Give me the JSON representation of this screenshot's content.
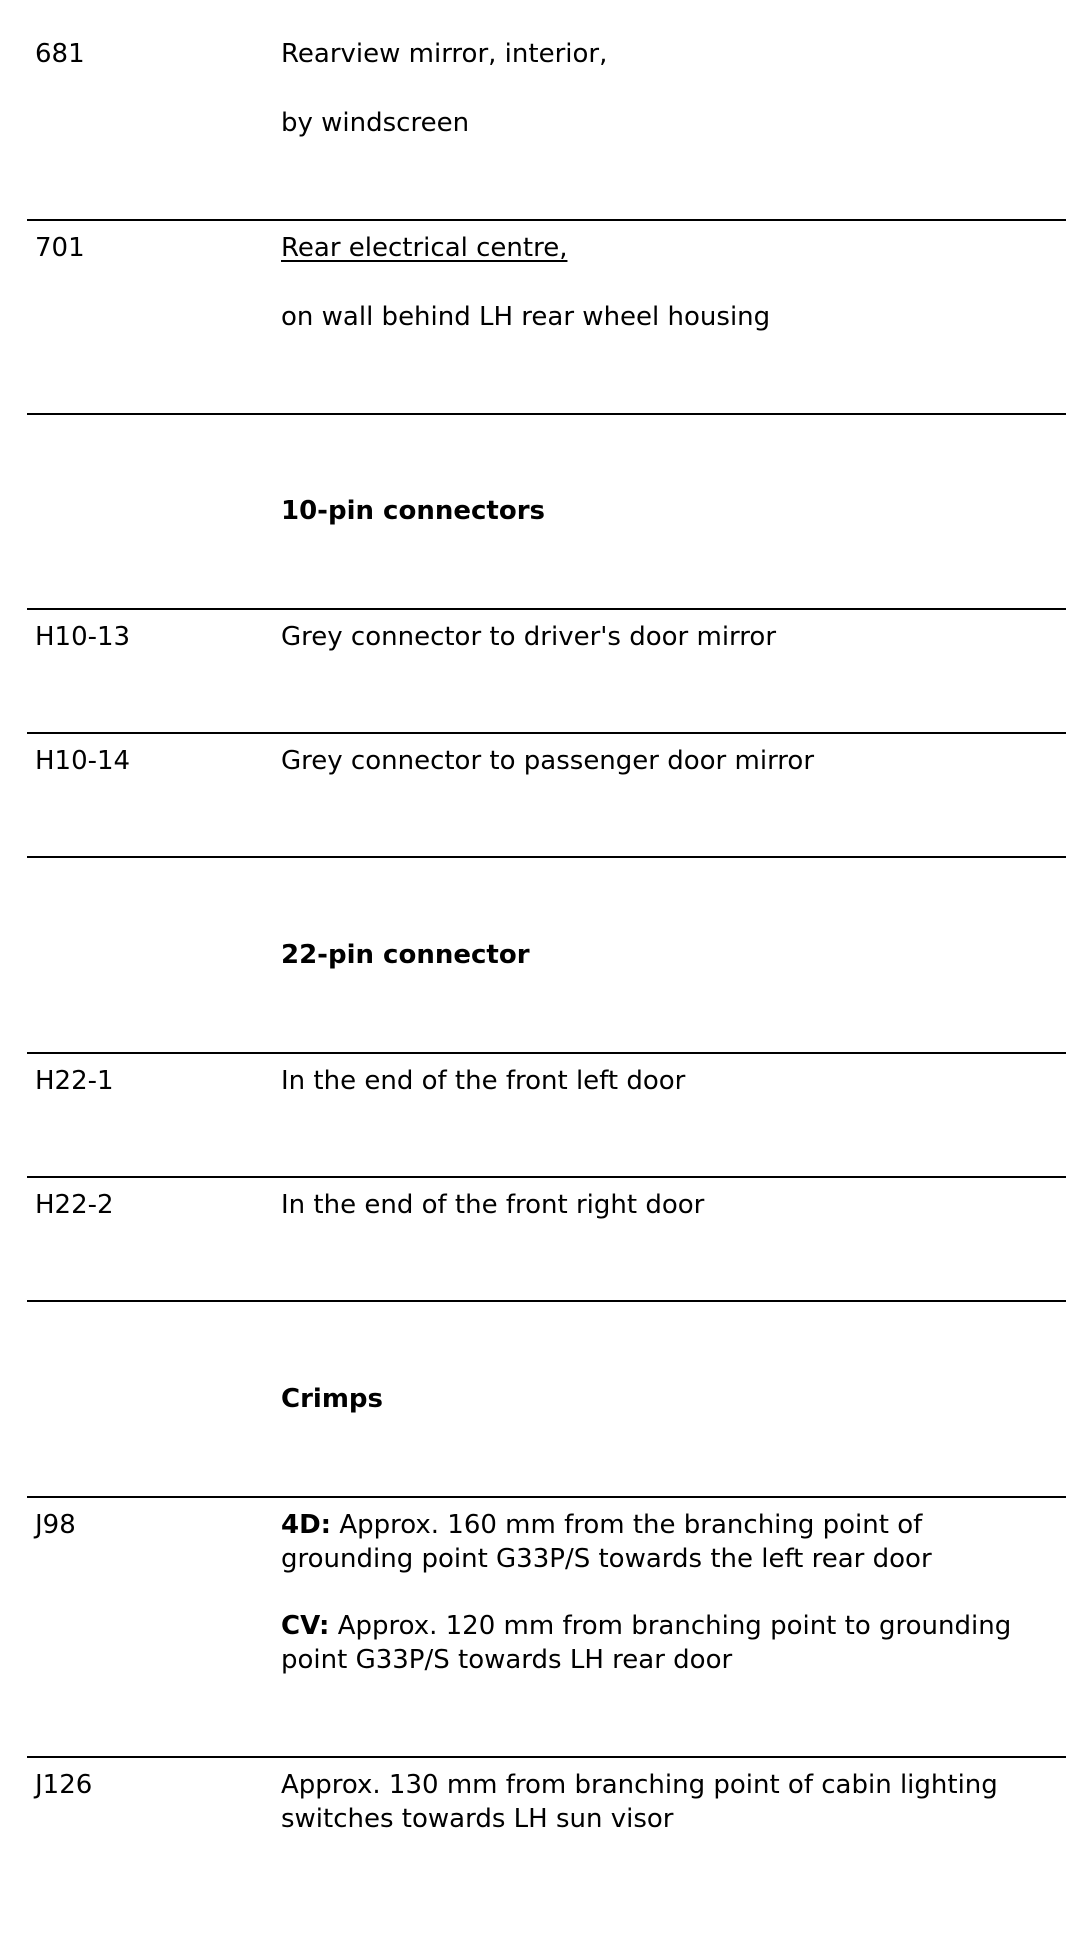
{
  "rows": [
    {
      "code": "681",
      "line1": "Rearview mirror, interior,",
      "line2": "by windscreen"
    },
    {
      "code": "701",
      "line1": "Rear electrical centre,",
      "line2": "on wall behind LH rear wheel housing"
    },
    {
      "heading": "10-pin connectors"
    },
    {
      "code": "H10-13",
      "text": "Grey connector to driver's door mirror"
    },
    {
      "code": "H10-14",
      "text": "Grey connector to passenger door mirror"
    },
    {
      "heading": "22-pin connector"
    },
    {
      "code": "H22-1",
      "text": "In the end of the front left door"
    },
    {
      "code": "H22-2",
      "text": "In the end of the front right door"
    },
    {
      "heading": "Crimps"
    },
    {
      "code": "J98",
      "p1_label": "4D:",
      "p1_line1": " Approx. 160 mm from the branching point of",
      "p1_line2": "grounding point G33P/S towards the left rear door",
      "p2_label": "CV:",
      "p2_line1": " Approx. 120 mm from branching point to grounding",
      "p2_line2": "point G33P/S towards LH rear door"
    },
    {
      "code": "J126",
      "line1": "Approx. 130 mm from branching point of cabin lighting",
      "line2": "switches towards LH sun visor"
    }
  ]
}
